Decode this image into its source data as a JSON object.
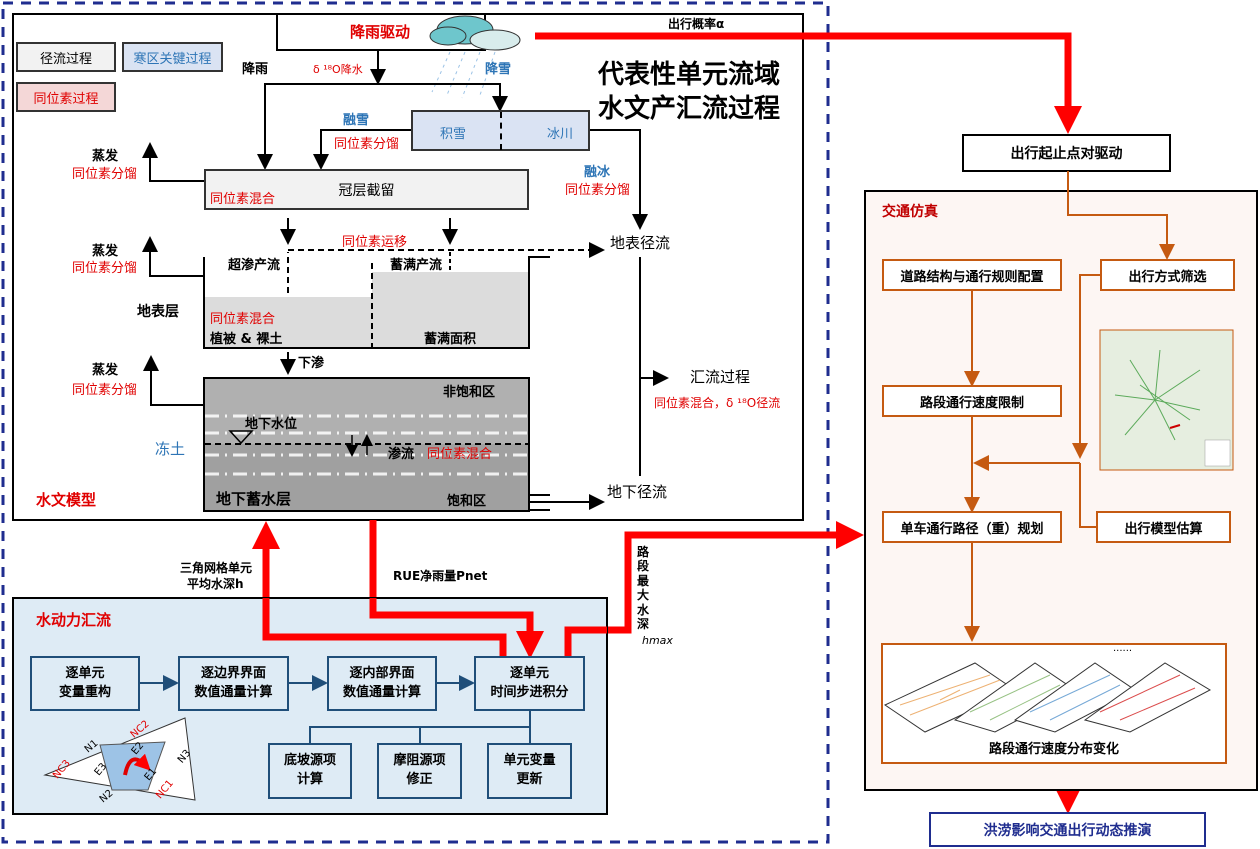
{
  "legend": {
    "runoff": "径流过程",
    "cold": "寒区关键过程",
    "isotope": "同位素过程"
  },
  "hydro": {
    "title_line1": "代表性单元流域",
    "title_line2": "水文产汇流过程",
    "rain_drive": "降雨驱动",
    "rain": "降雨",
    "d18o_precip": "δ ¹⁸O降水",
    "snowfall": "降雪",
    "snowmelt": "融雪",
    "fractionation": "同位素分馏",
    "snowpack": "积雪",
    "glacier": "冰川",
    "icemelt": "融冰",
    "evap": "蒸发",
    "canopy": "冠层截留",
    "mixing": "同位素混合",
    "transport": "同位素运移",
    "surface_runoff": "地表径流",
    "infil_excess": "超渗产流",
    "saturation_excess": "蓄满产流",
    "surface_layer": "地表层",
    "veg_soil": "植被 & 裸土",
    "sat_area": "蓄满面积",
    "infiltration": "下渗",
    "unsaturated": "非饱和区",
    "water_table": "地下水位",
    "frozen_soil": "冻土",
    "seepage": "渗流",
    "aquifer": "地下蓄水层",
    "saturated": "饱和区",
    "routing": "汇流过程",
    "routing_iso": "同位素混合，δ ¹⁸O径流",
    "subsurface_runoff": "地下径流",
    "model_label": "水文模型"
  },
  "links": {
    "travel_prob": "出行概率α",
    "mean_depth_l1": "三角网格单元",
    "mean_depth_l2": "平均水深h",
    "rue": "RUE净雨量Pnet",
    "max_depth": [
      "路",
      "段",
      "最",
      "大",
      "水",
      "深"
    ],
    "max_depth_sym": "hmax"
  },
  "hydrodynamic": {
    "label": "水动力汇流",
    "steps": [
      "逐单元\n变量重构",
      "逐边界界面\n数值通量计算",
      "逐内部界面\n数值通量计算",
      "逐单元\n时间步进积分"
    ],
    "sub": [
      "底坡源项\n计算",
      "摩阻源项\n修正",
      "单元变量\n更新"
    ],
    "tri_labels": {
      "n1": "N1",
      "n2": "N2",
      "n3": "N3",
      "e1": "E1",
      "e2": "E2",
      "e3": "E3",
      "nc1": "NC1",
      "nc2": "NC2",
      "nc3": "NC3"
    }
  },
  "traffic": {
    "od_drive": "出行起止点对驱动",
    "label": "交通仿真",
    "road_config": "道路结构与通行规则配置",
    "mode_select": "出行方式筛选",
    "speed_limit": "路段通行速度限制",
    "route_plan": "单车通行路径（重）规划",
    "travel_model": "出行模型估算",
    "speed_dist": "路段通行速度分布变化",
    "ellipsis": "......",
    "result": "洪涝影响交通出行动态推演"
  },
  "colors": {
    "red": "#ff0000",
    "navy": "#1f2d8f",
    "orange": "#c55a11",
    "hydro_bg": "#deebf5",
    "traffic_bg": "#fdf6f3"
  }
}
